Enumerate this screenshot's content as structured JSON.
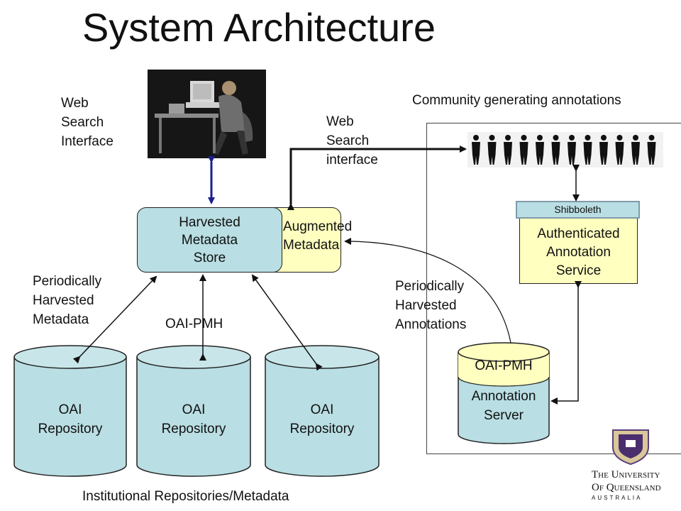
{
  "title": "System Architecture",
  "labels": {
    "web_search_left": [
      "Web",
      "Search",
      "Interface"
    ],
    "web_search_right": [
      "Web",
      "Search",
      "interface"
    ],
    "community": "Community generating annotations",
    "periodically_metadata": [
      "Periodically",
      "Harvested",
      "Metadata"
    ],
    "oai_pmh": "OAI-PMH",
    "periodically_annotations": [
      "Periodically",
      "Harvested",
      "Annotations"
    ],
    "institutional": "Institutional Repositories/Metadata"
  },
  "store": {
    "lines": [
      "Harvested",
      "Metadata",
      "Store"
    ]
  },
  "augmented": {
    "lines": [
      "Augmented",
      "Metadata"
    ]
  },
  "service": {
    "shibboleth": "Shibboleth",
    "lines": [
      "Authenticated",
      "Annotation",
      "Service"
    ]
  },
  "annotation_server": {
    "top": "OAI-PMH",
    "lines": [
      "Annotation",
      "Server"
    ]
  },
  "repositories": [
    {
      "lines": [
        "OAI",
        "Repository"
      ]
    },
    {
      "lines": [
        "OAI",
        "Repository"
      ]
    },
    {
      "lines": [
        "OAI",
        "Repository"
      ]
    }
  ],
  "university": {
    "line1": "The University",
    "line2": "Of Queensland",
    "line3": "AUSTRALIA"
  },
  "icons": {
    "user_photo": "person-at-computer-photo",
    "community": "people-group-icon",
    "logo": "uq-crest-logo"
  },
  "colors": {
    "store": "#b9dee3",
    "augmented": "#ffffc0",
    "service": "#ffffc0",
    "cylinder": "#b9dee3",
    "arrow_blue": "#1c1f8c"
  }
}
